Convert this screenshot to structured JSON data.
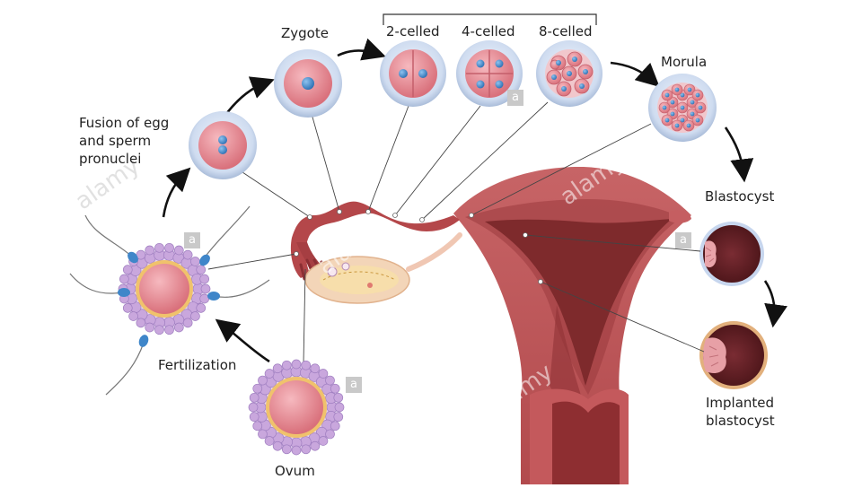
{
  "labels": {
    "zygote": "Zygote",
    "two_celled": "2-celled",
    "four_celled": "4-celled",
    "eight_celled": "8-celled",
    "morula": "Morula",
    "fusion_line1": "Fusion of egg",
    "fusion_line2": "and sperm",
    "fusion_line3": "pronuclei",
    "blastocyst": "Blastocyst",
    "fertilization": "Fertilization",
    "ovum": "Ovum",
    "implanted_line1": "Implanted",
    "implanted_line2": "blastocyst"
  },
  "watermark": {
    "brand": "alamy",
    "box_letter": "a"
  },
  "colors": {
    "cell_halo": "#d7e3f4",
    "cell_pink": "#e98d96",
    "nucleus_blue": "#3f86c9",
    "uterus_red": "#b94f51",
    "uterus_dark": "#7e2a2c",
    "follicle_purple": "#c9a7dd"
  }
}
